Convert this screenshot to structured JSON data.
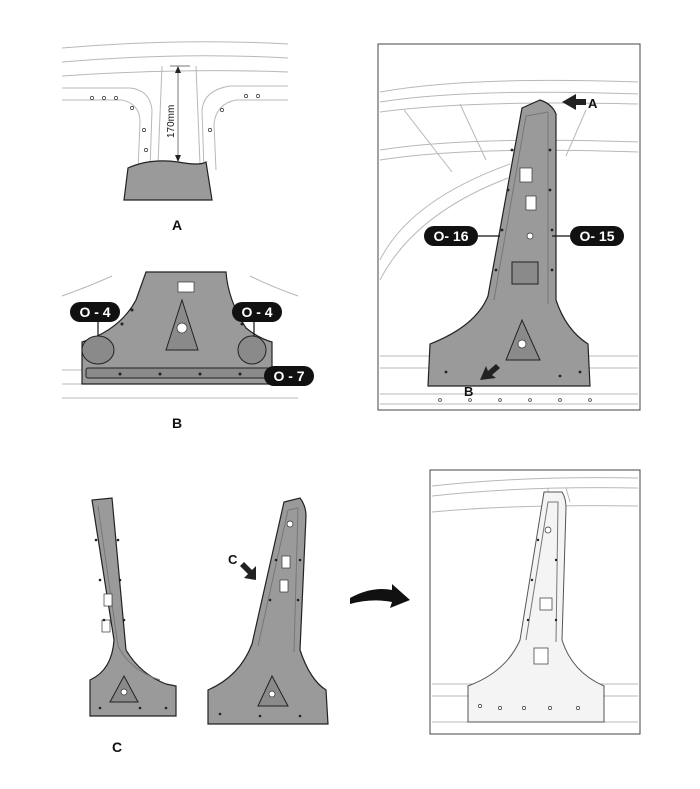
{
  "labels": {
    "detail_a": "A",
    "detail_b": "B",
    "detail_c": "C",
    "arrow_a": "A",
    "arrow_b": "B",
    "arrow_c": "C"
  },
  "dimension": "170mm",
  "tags": {
    "o4_left": "O - 4",
    "o4_right": "O - 4",
    "o7": "O - 7",
    "o16": "O- 16",
    "o15": "O- 15"
  }
}
